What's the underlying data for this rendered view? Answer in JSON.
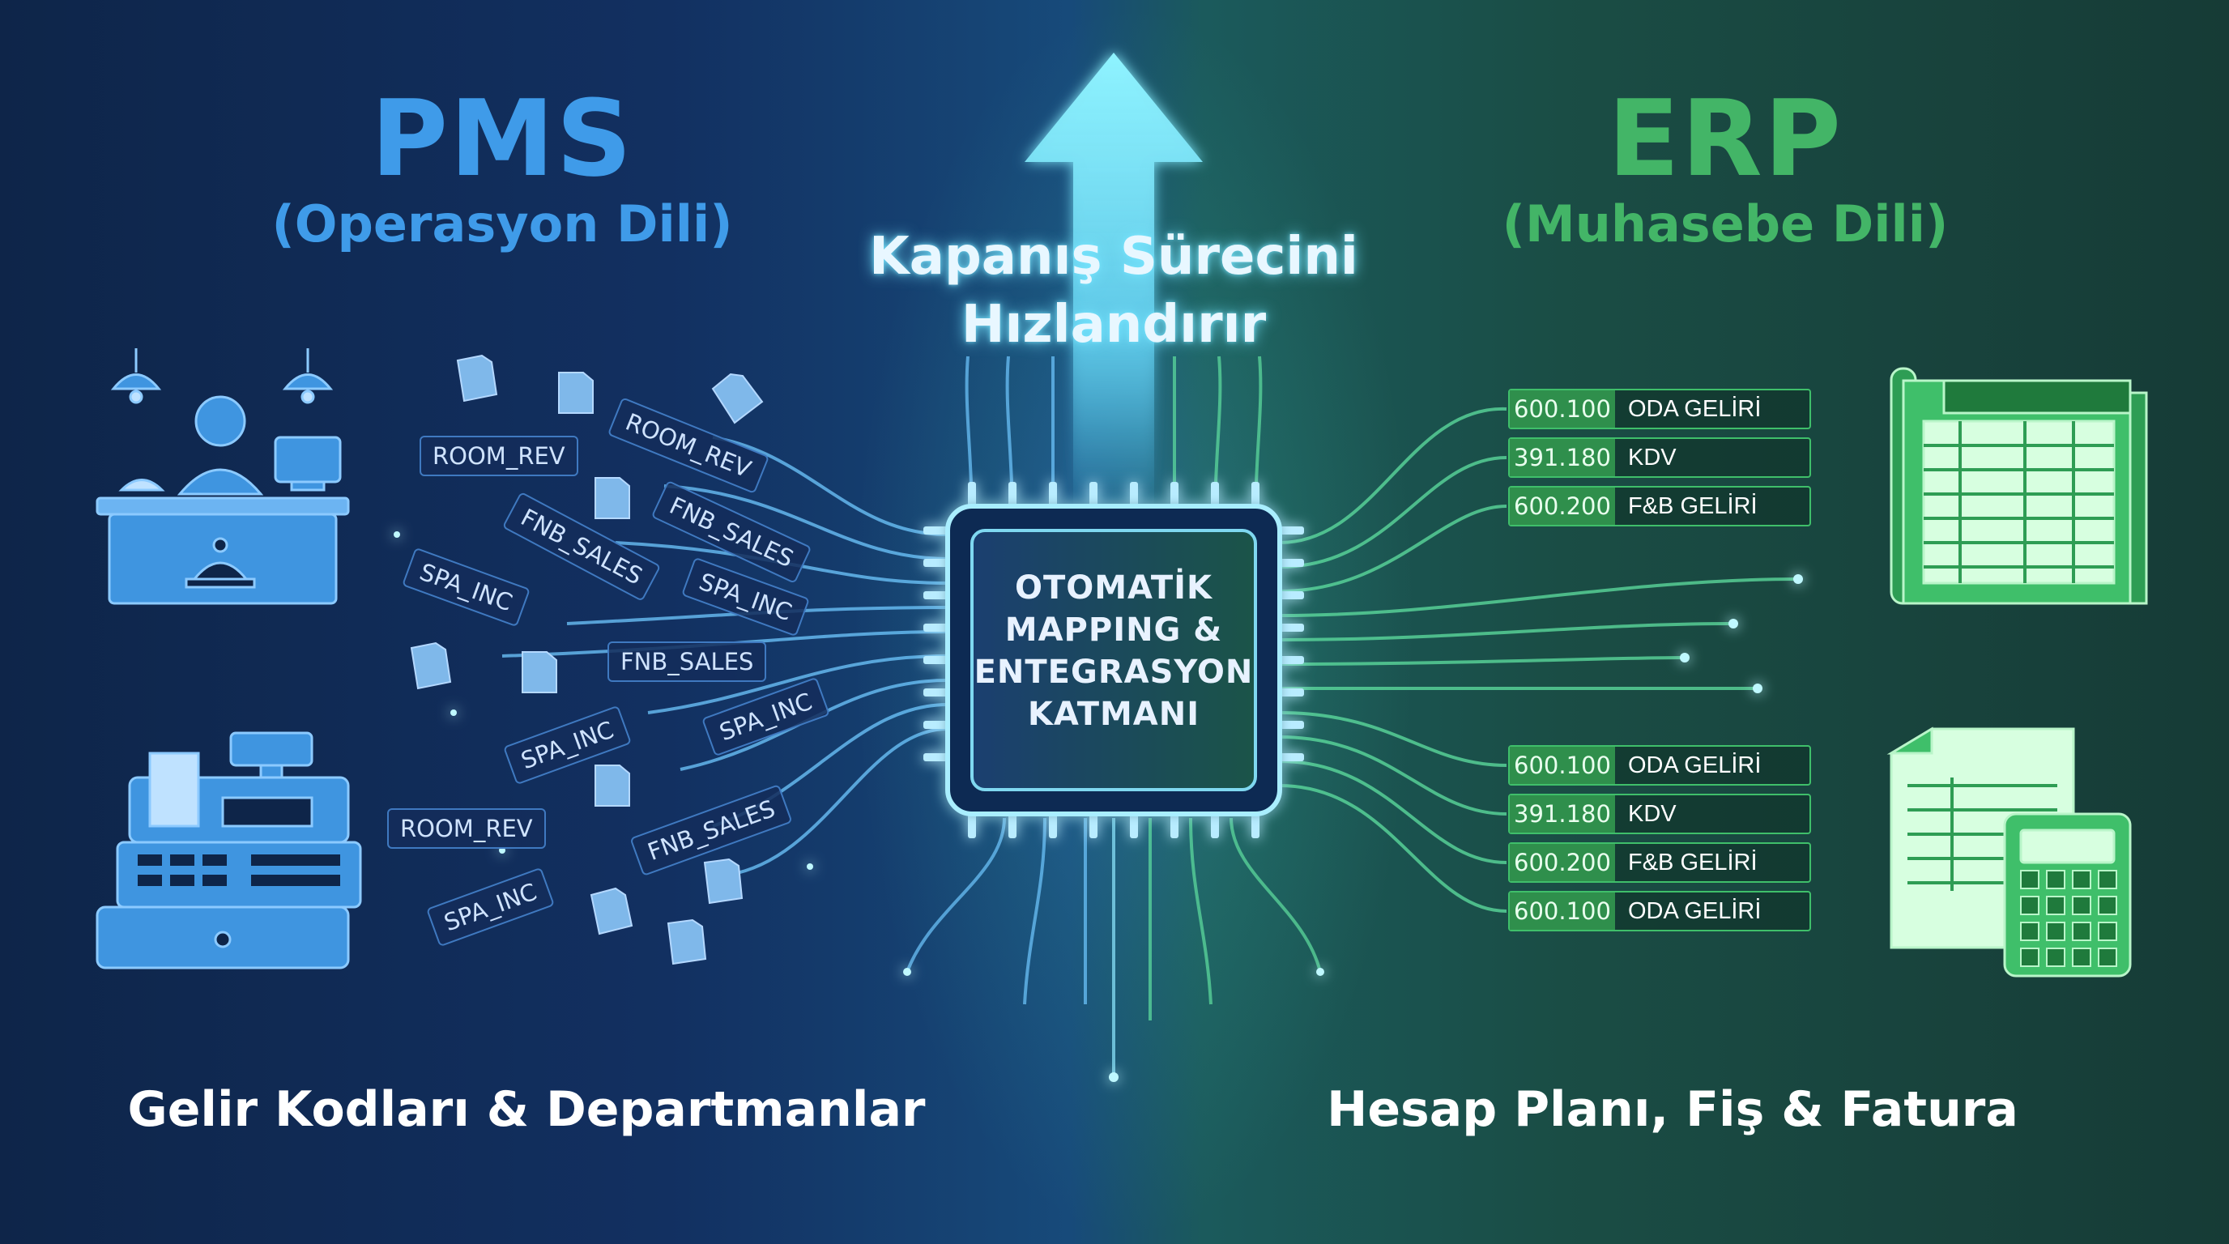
{
  "pms": {
    "title": "PMS",
    "subtitle": "(Operasyon Dili)",
    "footer": "Gelir Kodları & Departmanlar"
  },
  "erp": {
    "title": "ERP",
    "subtitle": "(Muhasebe Dili)",
    "footer": "Hesap Planı, Fiş & Fatura"
  },
  "center": {
    "headline_line1": "Kapanış Sürecini",
    "headline_line2": "Hızlandırır",
    "chip_line1": "OTOMATİK",
    "chip_line2": "MAPPING &",
    "chip_line3": "ENTEGRASYON",
    "chip_line4": "KATMANI"
  },
  "codes": [
    "ROOM_REV",
    "ROOM_REV",
    "FNB_SALES",
    "FNB_SALES",
    "SPA_INC",
    "SPA_INC",
    "FNB_SALES",
    "SPA_INC",
    "SPA_INC",
    "ROOM_REV",
    "FNB_SALES",
    "SPA_INC"
  ],
  "accounts_top": [
    {
      "code": "600.100",
      "name": "ODA GELİRİ"
    },
    {
      "code": "391.180",
      "name": "KDV"
    },
    {
      "code": "600.200",
      "name": "F&B GELİRİ"
    }
  ],
  "accounts_bottom": [
    {
      "code": "600.100",
      "name": "ODA GELİRİ"
    },
    {
      "code": "391.180",
      "name": "KDV"
    },
    {
      "code": "600.200",
      "name": "F&B GELİRİ"
    },
    {
      "code": "600.100",
      "name": "ODA GELİRİ"
    }
  ],
  "colors": {
    "pms_blue": "#3f9be9",
    "erp_green": "#43b567",
    "glow": "#7fe6ff"
  },
  "icons": [
    "reception-desk-icon",
    "cash-register-icon",
    "document-icon",
    "spreadsheet-ledger-icon",
    "calculator-invoice-icon",
    "up-arrow-icon",
    "chip-icon"
  ]
}
